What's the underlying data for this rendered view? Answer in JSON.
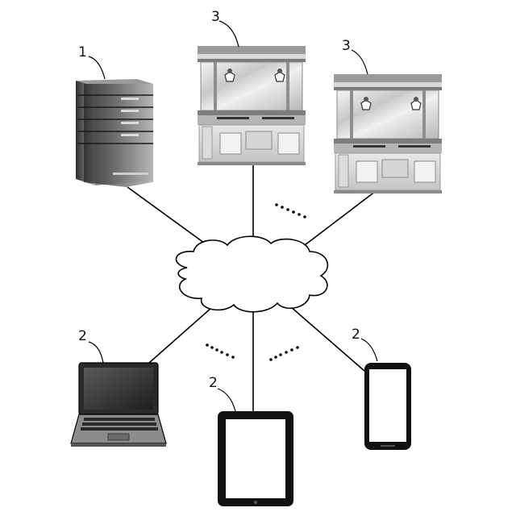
{
  "labels": {
    "server": "1",
    "machine_left": "3",
    "machine_right": "3",
    "laptop": "2",
    "tablet": "2",
    "phone": "2"
  },
  "colors": {
    "line": "#000000",
    "server_dark": "#3c3c3c",
    "server_light": "#a8a8a8",
    "machine_frame": "#cfcfcf",
    "screen": "#ffffff"
  }
}
